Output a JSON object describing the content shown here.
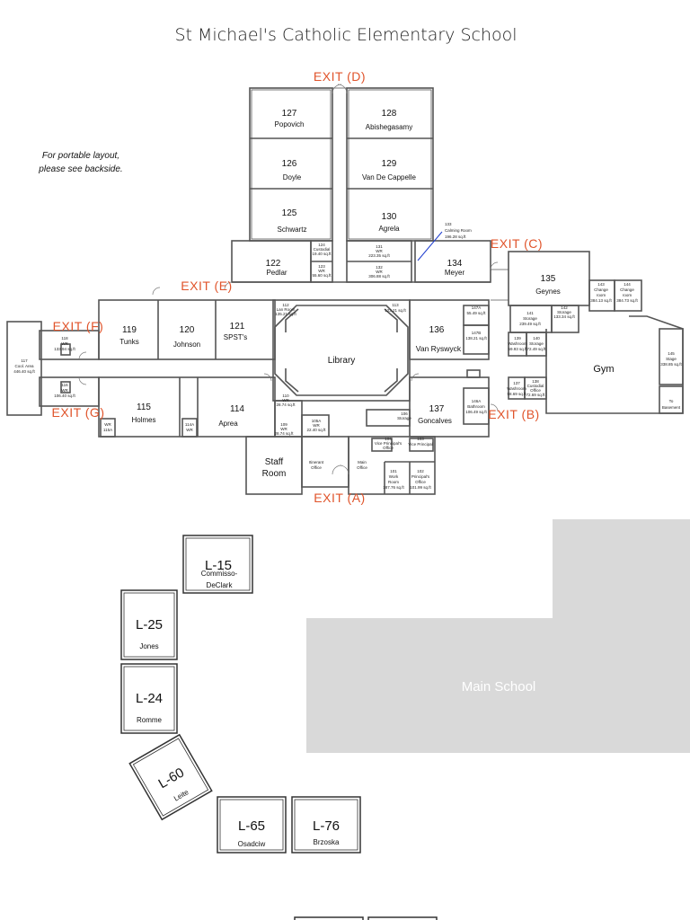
{
  "title": "St Michael's Catholic Elementary School",
  "note": [
    "For portable layout,",
    "please see backside."
  ],
  "exits": {
    "d": "EXIT (D)",
    "c": "EXIT (C)",
    "e": "EXIT (E)",
    "f": "EXIT (F)",
    "g": "EXIT (G)",
    "b": "EXIT (B)",
    "a": "EXIT (A)"
  },
  "rooms": {
    "r127": {
      "num": "127",
      "name": "Popovich"
    },
    "r128": {
      "num": "128",
      "name": "Abishegasamy"
    },
    "r126": {
      "num": "126",
      "name": "Doyle"
    },
    "r129": {
      "num": "129",
      "name": "Van De Cappelle"
    },
    "r125": {
      "num": "125",
      "name": "Schwartz"
    },
    "r130": {
      "num": "130",
      "name": "Agrela"
    },
    "r122": {
      "num": "122",
      "name": "Pedlar"
    },
    "r134": {
      "num": "134",
      "name": "Meyer"
    },
    "r135": {
      "num": "135",
      "name": "Geynes"
    },
    "r119": {
      "num": "119",
      "name": "Tunks"
    },
    "r120": {
      "num": "120",
      "name": "Johnson"
    },
    "r121": {
      "num": "121",
      "name": "SPST's"
    },
    "r136": {
      "num": "136",
      "name": "Van Ryswyck"
    },
    "r115": {
      "num": "115",
      "name": "Holmes"
    },
    "r114": {
      "num": "114",
      "name": "Aprea"
    },
    "r137": {
      "num": "137",
      "name": "Goncalves"
    },
    "library": "Library",
    "gym": "Gym",
    "staff_room": [
      "Staff",
      "Room"
    ]
  },
  "small_labels": {
    "r133": [
      "133",
      "Calming Room",
      "196.28 sq.ft"
    ],
    "r124": [
      "124",
      "Custodial",
      "19.40 sq.ft"
    ],
    "r123": [
      "123",
      "WR",
      "55.60 sq.ft"
    ],
    "r131": [
      "131",
      "WR",
      "223.35 sq.ft"
    ],
    "r132": [
      "132",
      "WR",
      "306.88 sq.ft"
    ],
    "r112": [
      "112",
      "Lan Room",
      "135.21 sq.ft"
    ],
    "r113": [
      "113",
      "123.21 sq.ft"
    ],
    "r147a": [
      "147A",
      "55.49 sq.ft"
    ],
    "r147b": [
      "147B",
      "138.21 sq.ft"
    ],
    "r141": [
      "141",
      "Storage",
      "239.49 sq.ft"
    ],
    "r142": [
      "142",
      "Storage",
      "133.34 sq.ft"
    ],
    "r143": [
      "143",
      "Change",
      "room",
      "384.13 sq.ft"
    ],
    "r144": [
      "144",
      "Change",
      "room",
      "384.73 sq.ft"
    ],
    "r139": [
      "139",
      "Washroom",
      "59.93 sq.ft"
    ],
    "r140": [
      "140",
      "Storage",
      "72.49 sq.ft"
    ],
    "r145": [
      "145",
      "Stage",
      "338.85 sq.ft"
    ],
    "to_basement": [
      "To",
      "Basement"
    ],
    "r118": [
      "118",
      "WR",
      "133.94 sq.ft"
    ],
    "r116": [
      "116",
      "WR",
      "106.40 sq.ft"
    ],
    "r117": [
      "117",
      "Cool. Area",
      "446.40 sq.ft"
    ],
    "r110": [
      "110",
      "WR",
      "28.74 sq.ft"
    ],
    "r109": [
      "109",
      "WR",
      "28.74 sq.ft"
    ],
    "r105a": [
      "105A",
      "WR",
      "22.40 sq.ft"
    ],
    "r146a": [
      "146A",
      "Bathroom",
      "106.49 sq.ft"
    ],
    "r137b": [
      "137",
      "Washroom",
      "58.69 sq.ft"
    ],
    "r138": [
      "138",
      "Custodial",
      "Office",
      "72.69 sq.ft"
    ],
    "r114a": [
      "114A",
      "WR"
    ],
    "r115a": [
      "WR",
      "115A"
    ],
    "itinerant": [
      "Itinerant",
      "Office"
    ],
    "main_office": [
      "Main",
      "Office"
    ],
    "r101": [
      "101",
      "Work",
      "Room",
      "187.76 sq.ft"
    ],
    "r102": [
      "102",
      "Principal's",
      "Office",
      "101.99 sq.ft"
    ],
    "r104": [
      "104",
      "Vice Principal's",
      "Office"
    ],
    "r103": [
      "103",
      "Vice Principal"
    ],
    "r106": [
      "106",
      "Storage"
    ]
  },
  "portables": {
    "l15": {
      "code": "L-15",
      "teacher": [
        "Commisso-",
        "DeClark"
      ]
    },
    "l25": {
      "code": "L-25",
      "teacher": [
        "Jones"
      ]
    },
    "l24": {
      "code": "L-24",
      "teacher": [
        "Romme"
      ]
    },
    "l60": {
      "code": "L-60",
      "teacher": [
        "Leite"
      ]
    },
    "l65": {
      "code": "L-65",
      "teacher": [
        "Osadciw"
      ]
    },
    "l76": {
      "code": "L-76",
      "teacher": [
        "Brzoska"
      ]
    }
  },
  "main_school_label": "Main School",
  "colors": {
    "exit": "#e0542b",
    "wall": "#555555",
    "main_school_fill": "#d9d9d9",
    "calming_line": "#1f3ecf"
  }
}
